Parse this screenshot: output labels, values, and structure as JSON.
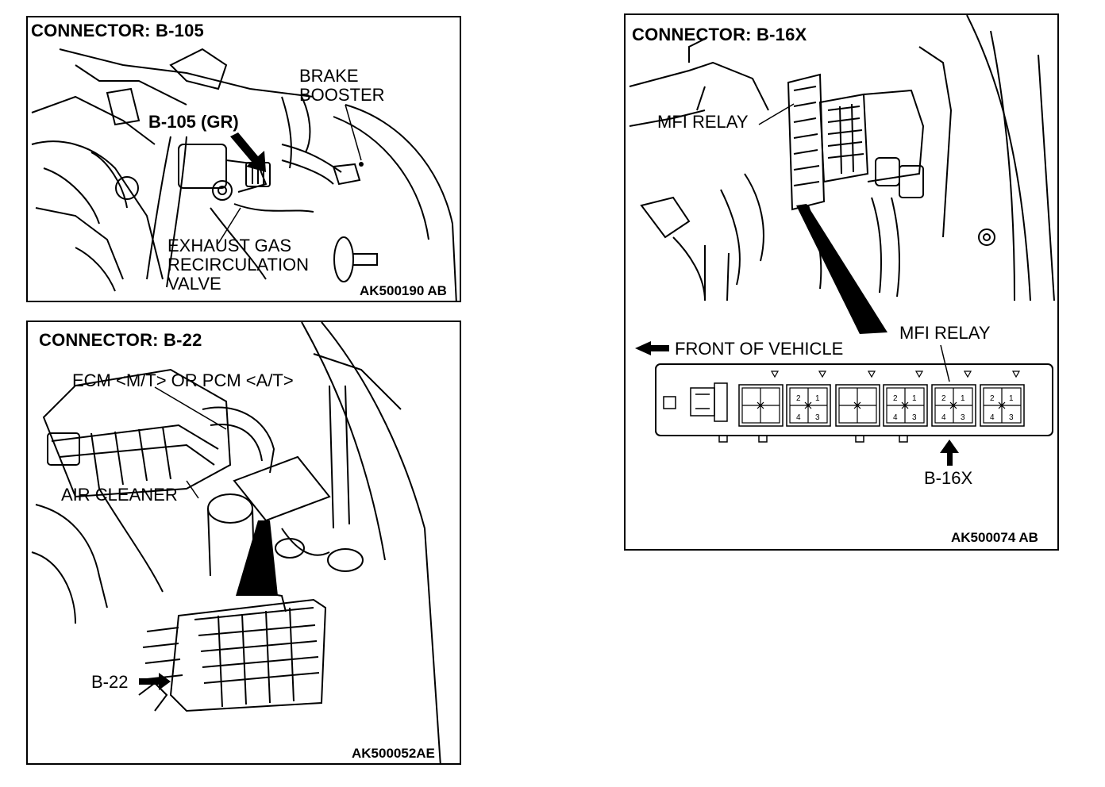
{
  "panels": {
    "b105": {
      "title": "CONNECTOR: B-105",
      "code": "AK500190 AB",
      "labels": {
        "brake_booster_1": "BRAKE",
        "brake_booster_2": "BOOSTER",
        "connector": "B-105 (GR)",
        "egr_1": "EXHAUST GAS",
        "egr_2": "RECIRCULATION",
        "egr_3": "VALVE"
      }
    },
    "b22": {
      "title": "CONNECTOR: B-22",
      "code": "AK500052AE",
      "labels": {
        "ecm": "ECM <M/T> OR PCM <A/T>",
        "air_cleaner": "AIR CLEANER",
        "connector": "B-22"
      }
    },
    "b16x": {
      "title": "CONNECTOR: B-16X",
      "code": "AK500074 AB",
      "labels": {
        "mfi_relay_top": "MFI RELAY",
        "mfi_relay_box": "MFI RELAY",
        "front": "FRONT OF VEHICLE",
        "connector": "B-16X"
      },
      "relay_pins": [
        "2",
        "1",
        "4",
        "3"
      ]
    }
  }
}
